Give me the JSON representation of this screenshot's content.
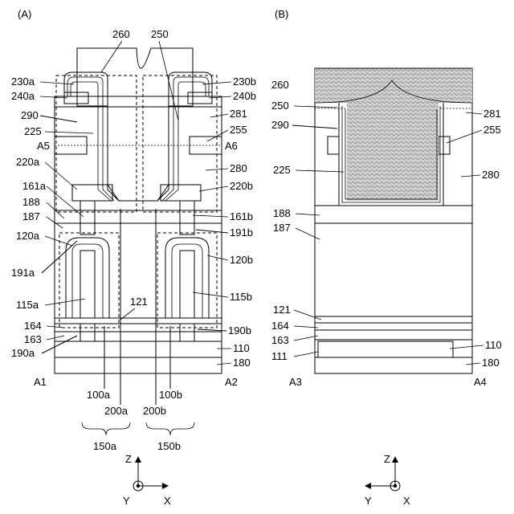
{
  "panels": {
    "a": "(A)",
    "b": "(B)"
  },
  "labels_a_left": [
    "230a",
    "240a",
    "290",
    "225",
    "A5",
    "220a",
    "161a",
    "188",
    "187",
    "120a",
    "191a",
    "115a",
    "164",
    "163",
    "190a",
    "A1"
  ],
  "labels_a_right": [
    "230b",
    "240b",
    "281",
    "255",
    "A6",
    "280",
    "220b",
    "161b",
    "191b",
    "120b",
    "115b",
    "190b",
    "110",
    "180",
    "A2"
  ],
  "labels_a_top": [
    "260",
    "250"
  ],
  "labels_a_mid": [
    "121"
  ],
  "labels_a_bottom": [
    "100a",
    "200a",
    "100b",
    "200b",
    "150a",
    "150b"
  ],
  "labels_b_left": [
    "260",
    "250",
    "290",
    "225",
    "188",
    "187",
    "121",
    "164",
    "163",
    "111",
    "A3"
  ],
  "labels_b_right": [
    "281",
    "255",
    "280",
    "110",
    "180",
    "A4"
  ],
  "axes": {
    "z": "Z",
    "y": "Y",
    "x": "X"
  },
  "colors": {
    "line": "#000000",
    "fill": "#ffffff",
    "dark": "#888888",
    "dots": "#c8c8c8"
  }
}
